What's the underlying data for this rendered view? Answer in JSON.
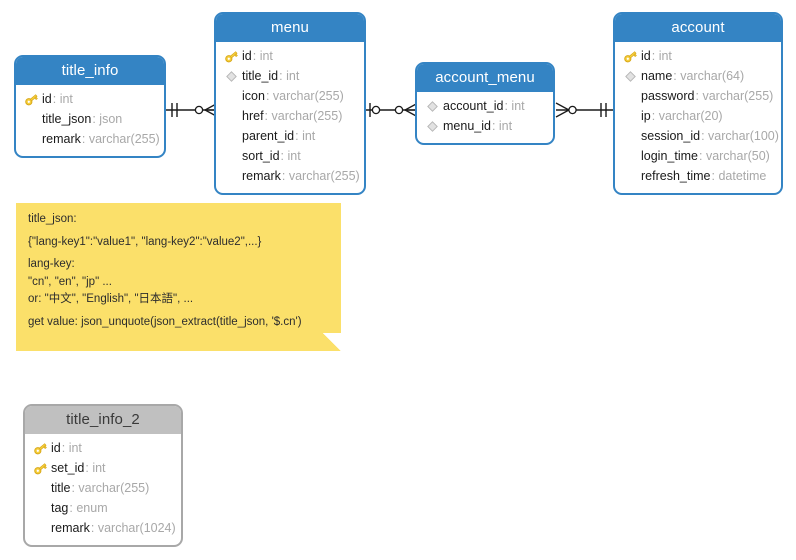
{
  "diagram": {
    "title": "ER diagram",
    "colors": {
      "entity_header_blue": "#3484c4",
      "entity_header_gray": "#c0c0c0",
      "note_yellow": "#fbe06a",
      "key_icon": "#f2c230",
      "type_text": "#a8a8a8"
    }
  },
  "tables": [
    {
      "name": "title_info",
      "header_style": "blue",
      "fields": [
        {
          "icon": "key-icon",
          "name": "id",
          "type": "int"
        },
        {
          "icon": "none",
          "name": "title_json",
          "type": "json"
        },
        {
          "icon": "none",
          "name": "remark",
          "type": "varchar(255)"
        }
      ]
    },
    {
      "name": "menu",
      "header_style": "blue",
      "fields": [
        {
          "icon": "key-icon",
          "name": "id",
          "type": "int"
        },
        {
          "icon": "diamond-icon",
          "name": "title_id",
          "type": "int"
        },
        {
          "icon": "none",
          "name": "icon",
          "type": "varchar(255)"
        },
        {
          "icon": "none",
          "name": "href",
          "type": "varchar(255)"
        },
        {
          "icon": "none",
          "name": "parent_id",
          "type": "int"
        },
        {
          "icon": "none",
          "name": "sort_id",
          "type": "int"
        },
        {
          "icon": "none",
          "name": "remark",
          "type": "varchar(255)"
        }
      ]
    },
    {
      "name": "account_menu",
      "header_style": "blue",
      "fields": [
        {
          "icon": "diamond-icon",
          "name": "account_id",
          "type": "int"
        },
        {
          "icon": "diamond-icon",
          "name": "menu_id",
          "type": "int"
        }
      ]
    },
    {
      "name": "account",
      "header_style": "blue",
      "fields": [
        {
          "icon": "key-icon",
          "name": "id",
          "type": "int"
        },
        {
          "icon": "diamond-icon",
          "name": "name",
          "type": "varchar(64)"
        },
        {
          "icon": "none",
          "name": "password",
          "type": "varchar(255)"
        },
        {
          "icon": "none",
          "name": "ip",
          "type": "varchar(20)"
        },
        {
          "icon": "none",
          "name": "session_id",
          "type": "varchar(100)"
        },
        {
          "icon": "none",
          "name": "login_time",
          "type": "varchar(50)"
        },
        {
          "icon": "none",
          "name": "refresh_time",
          "type": "datetime"
        }
      ]
    },
    {
      "name": "title_info_2",
      "header_style": "gray",
      "fields": [
        {
          "icon": "key-icon",
          "name": "id",
          "type": "int"
        },
        {
          "icon": "key-icon",
          "name": "set_id",
          "type": "int"
        },
        {
          "icon": "none",
          "name": "title",
          "type": "varchar(255)"
        },
        {
          "icon": "none",
          "name": "tag",
          "type": "enum"
        },
        {
          "icon": "none",
          "name": "remark",
          "type": "varchar(1024)"
        }
      ]
    }
  ],
  "note": {
    "lines": [
      "title_json:",
      "{\"lang-key1\":\"value1\", \"lang-key2\":\"value2\",...}",
      "lang-key:",
      "\"cn\", \"en\", \"jp\" ...",
      "or: \"中文\", \"English\", \"日本語\", ...",
      "get value: json_unquote(json_extract(title_json, '$.cn')"
    ]
  },
  "relationships": [
    {
      "from": "title_info",
      "to": "menu",
      "from_marker": "one",
      "to_marker": "many-optional"
    },
    {
      "from": "menu",
      "to": "account_menu",
      "from_marker": "one-optional",
      "to_marker": "many-optional"
    },
    {
      "from": "account_menu",
      "to": "account",
      "from_marker": "many-optional",
      "to_marker": "one"
    }
  ]
}
